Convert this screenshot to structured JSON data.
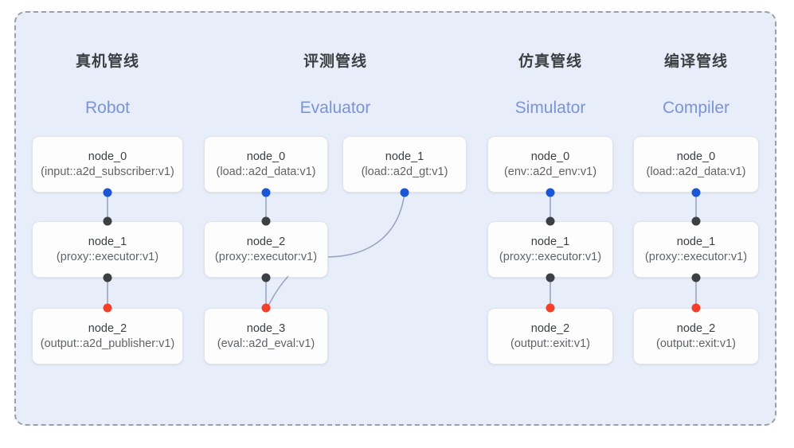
{
  "diagram": {
    "panel_background": "#e8edfa",
    "panel_border_color": "#9aa0a6",
    "accent_blue": "#1a56d6",
    "accent_red": "#f4402a",
    "accent_black": "#3c4043",
    "subtitle_color": "#7b94d6"
  },
  "columns": [
    {
      "header": "真机管线",
      "subtitle": "Robot",
      "nodes": [
        {
          "title": "node_0",
          "subtitle": "(input::a2d_subscriber:v1)"
        },
        {
          "title": "node_1",
          "subtitle": "(proxy::executor:v1)"
        },
        {
          "title": "node_2",
          "subtitle": "(output::a2d_publisher:v1)"
        }
      ]
    },
    {
      "header": "评测管线",
      "subtitle": "Evaluator",
      "nodes": [
        {
          "title": "node_0",
          "subtitle": "(load::a2d_data:v1)"
        },
        {
          "title": "node_1",
          "subtitle": "(load::a2d_gt:v1)"
        },
        {
          "title": "node_2",
          "subtitle": "(proxy::executor:v1)"
        },
        {
          "title": "node_3",
          "subtitle": "(eval::a2d_eval:v1)"
        }
      ]
    },
    {
      "header": "仿真管线",
      "subtitle": "Simulator",
      "nodes": [
        {
          "title": "node_0",
          "subtitle": "(env::a2d_env:v1)"
        },
        {
          "title": "node_1",
          "subtitle": "(proxy::executor:v1)"
        },
        {
          "title": "node_2",
          "subtitle": "(output::exit:v1)"
        }
      ]
    },
    {
      "header": "编译管线",
      "subtitle": "Compiler",
      "nodes": [
        {
          "title": "node_0",
          "subtitle": "(load::a2d_data:v1)"
        },
        {
          "title": "node_1",
          "subtitle": "(proxy::executor:v1)"
        },
        {
          "title": "node_2",
          "subtitle": "(output::exit:v1)"
        }
      ]
    }
  ]
}
